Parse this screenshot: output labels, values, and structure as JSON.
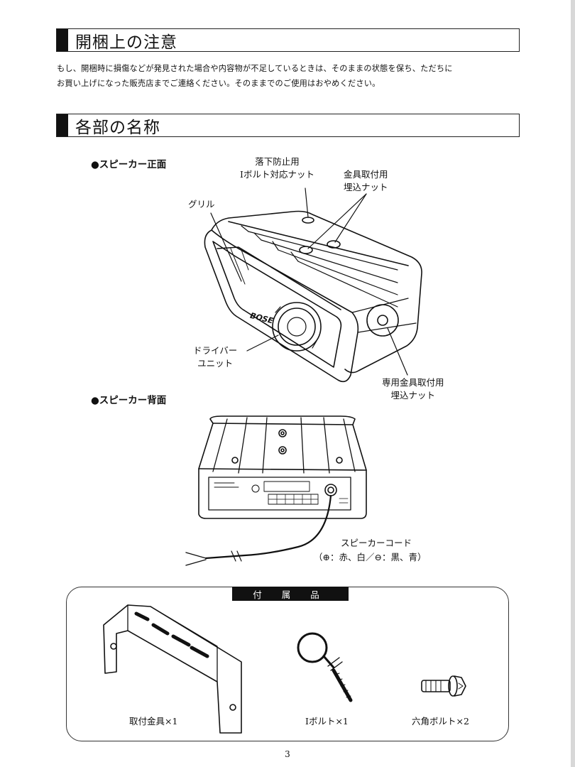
{
  "sections": {
    "unpacking": {
      "title": "開梱上の注意",
      "body_line1": "もし、開梱時に損傷などが発見された場合や内容物が不足しているときは、そのままの状態を保ち、ただちに",
      "body_line2": "お買い上げになった販売店までご連絡ください。そのままでのご使用はおやめください。"
    },
    "parts": {
      "title": "各部の名称",
      "front_heading": "●スピーカー正面",
      "back_heading": "●スピーカー背面"
    }
  },
  "front_labels": {
    "fall_nut_line1": "落下防止用",
    "fall_nut_line2": "Iボルト対応ナット",
    "bracket_nut_line1": "金具取付用",
    "bracket_nut_line2": "埋込ナット",
    "grille": "グリル",
    "driver_line1": "ドライバー",
    "driver_line2": "ユニット",
    "dedicated_nut_line1": "専用金具取付用",
    "dedicated_nut_line2": "埋込ナット",
    "logo": "BOSE"
  },
  "back_labels": {
    "cord_line1": "スピーカーコード",
    "cord_line2": "（⊕：赤、白／⊖：黒、青）"
  },
  "accessories": {
    "title": "付 属 品",
    "items": [
      {
        "name": "取付金具×1"
      },
      {
        "name": "Iボルト×1"
      },
      {
        "name": "六角ボルト×2"
      }
    ]
  },
  "page_number": "3"
}
